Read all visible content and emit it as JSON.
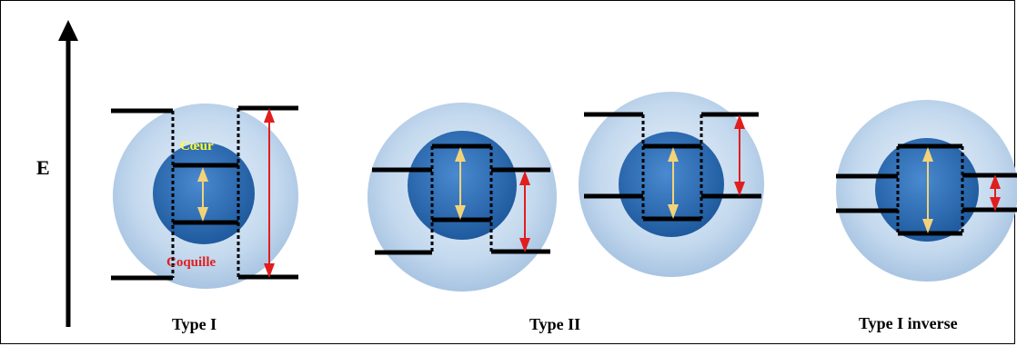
{
  "labels": {
    "energy_axis": "E",
    "core": "Cœur",
    "shell": "Coquille",
    "type_i": "Type I",
    "type_ii": "Type II",
    "type_i_inverse": "Type I inverse"
  },
  "colors": {
    "shell_fill": "#c9dcef",
    "core_fill": "#2f6fb0",
    "level_line": "#000000",
    "core_gap_arrow": "#f2d37a",
    "shell_gap_arrow": "#e01e1e",
    "core_label": "#ffff33",
    "shell_label": "#e01e1e"
  }
}
